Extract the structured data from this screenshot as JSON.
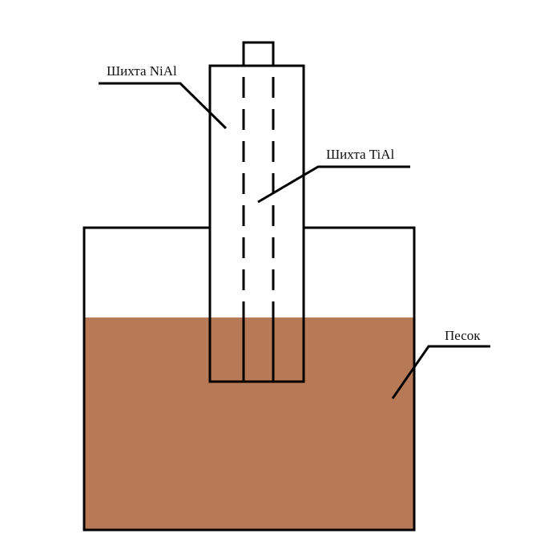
{
  "labels": {
    "nial": "Шихта NiAl",
    "tial": "Шихта TiAl",
    "sand": "Песок"
  },
  "colors": {
    "sand": "#b87a56",
    "stroke": "#000000"
  }
}
